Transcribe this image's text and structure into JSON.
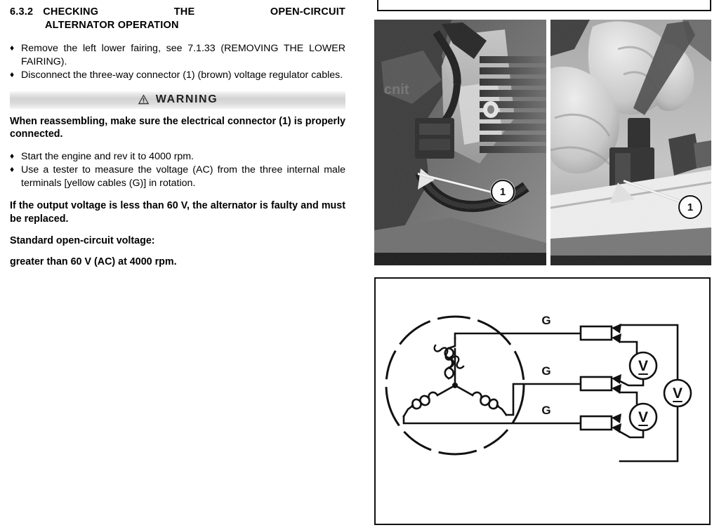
{
  "document": {
    "type": "motorcycle-service-manual-page",
    "section_number": "6.3.2",
    "heading_line1_a": "CHECKING",
    "heading_line1_b": "THE",
    "heading_line1_c": "OPEN-CIRCUIT",
    "heading_line2": "ALTERNATOR OPERATION"
  },
  "procedure": {
    "steps_before_warning": [
      "Remove the left lower fairing, see 7.1.33 (REMOVING THE LOWER FAIRING).",
      "Disconnect the three-way connector (1) (brown) voltage regulator cables."
    ],
    "steps_after_warning": [
      "Start the engine and rev it to 4000 rpm.",
      "Use a tester to measure the voltage (AC) from the three internal male terminals [yellow cables (G)] in rotation."
    ],
    "bullet_glyph": "♦"
  },
  "warning": {
    "label": "WARNING",
    "icon": "warning-triangle-icon",
    "text": "When reassembling, make sure the electrical connector (1) is properly connected."
  },
  "specifications": {
    "fault_note": "If the output voltage is less than 60 V, the alternator is faulty and must be replaced.",
    "spec_title": "Standard open-circuit voltage:",
    "spec_value": "greater than 60 V (AC) at 4000 rpm."
  },
  "figures": {
    "photo_left": {
      "caption_callout": "1",
      "description": "Left lower fairing removed showing the three-way voltage regulator connector on the engine"
    },
    "photo_right": {
      "caption_callout": "1",
      "description": "Hands disconnecting the brown three-way connector"
    },
    "wiring_diagram": {
      "alternator_label": "",
      "cable_labels": [
        "G",
        "G",
        "G"
      ],
      "meter_symbol": "V",
      "meter_count": 3,
      "terminal_count": 3,
      "winding_type": "star"
    }
  },
  "colors": {
    "ink": "#111111",
    "paper": "#ffffff",
    "warning_band_light": "#f4f4f4",
    "warning_band_dark": "#d2d2d2"
  }
}
